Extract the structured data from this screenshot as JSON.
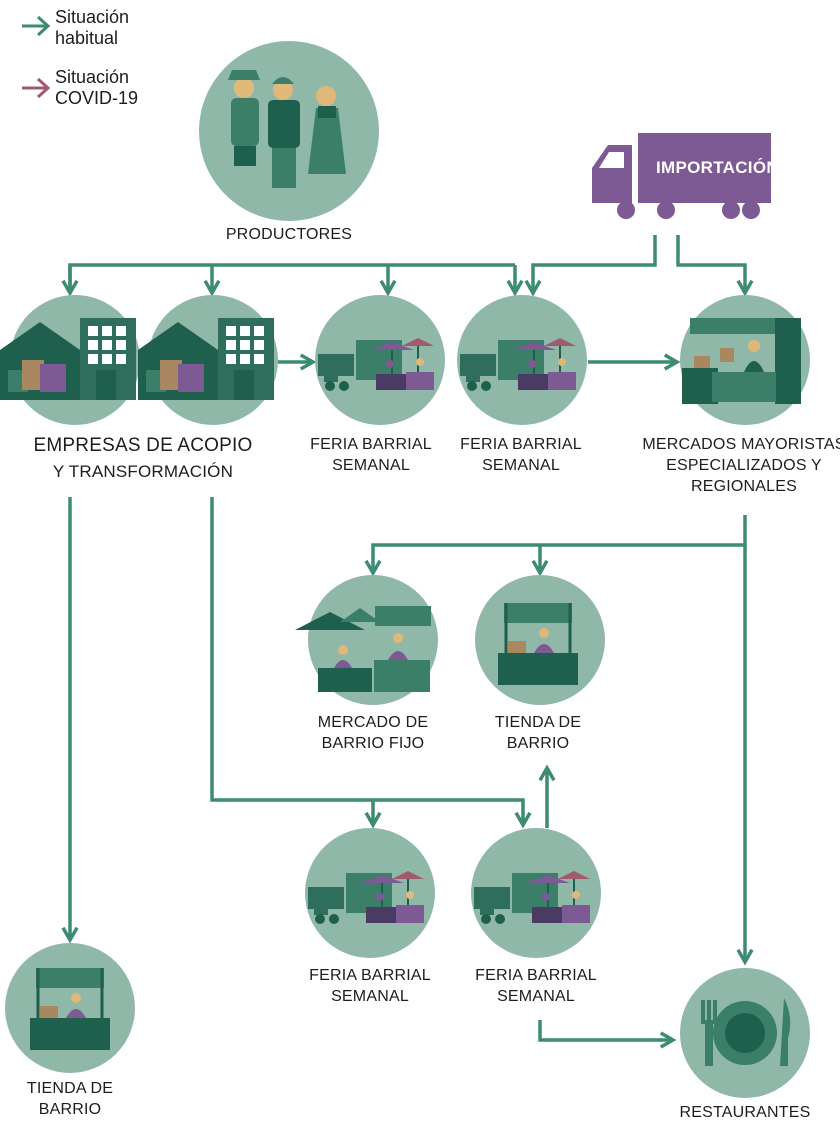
{
  "legend": {
    "habitual": {
      "line1": "Situación",
      "line2": "habitual",
      "color": "#3d8a75"
    },
    "covid": {
      "line1": "Situación",
      "line2": "COVID-19",
      "color": "#a05a6e"
    }
  },
  "colors": {
    "circle": "#8fb8a8",
    "arrow": "#3d8a75",
    "dark_green": "#1f5f4e",
    "mid_green": "#3b7f69",
    "purple": "#7d5a93",
    "truck": "#7d5a93"
  },
  "import_truck": {
    "label": "IMPORTACIÓN",
    "icon": "truck-icon"
  },
  "nodes": {
    "productores": {
      "line1": "PRODUCTORES",
      "icon": "farmers-icon"
    },
    "empresas": {
      "line1": "EMPRESAS DE ACOPIO",
      "line2": "Y TRANSFORMACIÓN",
      "icon": "warehouse-icon"
    },
    "feria1": {
      "line1": "FERIA BARRIAL",
      "line2": "SEMANAL",
      "icon": "market-stall-icon"
    },
    "feria2": {
      "line1": "FERIA BARRIAL",
      "line2": "SEMANAL",
      "icon": "market-stall-icon"
    },
    "mayoristas": {
      "line1": "MERCADOS MAYORISTAS",
      "line2": "ESPECIALIZADOS Y",
      "line3": "REGIONALES",
      "icon": "wholesale-market-icon"
    },
    "mercado_fijo": {
      "line1": "MERCADO DE",
      "line2": "BARRIO FIJO",
      "icon": "neighborhood-market-icon"
    },
    "tienda_mid": {
      "line1": "TIENDA DE",
      "line2": "BARRIO",
      "icon": "shop-icon"
    },
    "feria3": {
      "line1": "FERIA BARRIAL",
      "line2": "SEMANAL",
      "icon": "market-stall-icon"
    },
    "feria4": {
      "line1": "FERIA BARRIAL",
      "line2": "SEMANAL",
      "icon": "market-stall-icon"
    },
    "tienda_bottom": {
      "line1": "TIENDA DE",
      "line2": "BARRIO",
      "icon": "shop-icon"
    },
    "restaurantes": {
      "line1": "RESTAURANTES",
      "icon": "plate-cutlery-icon"
    }
  }
}
